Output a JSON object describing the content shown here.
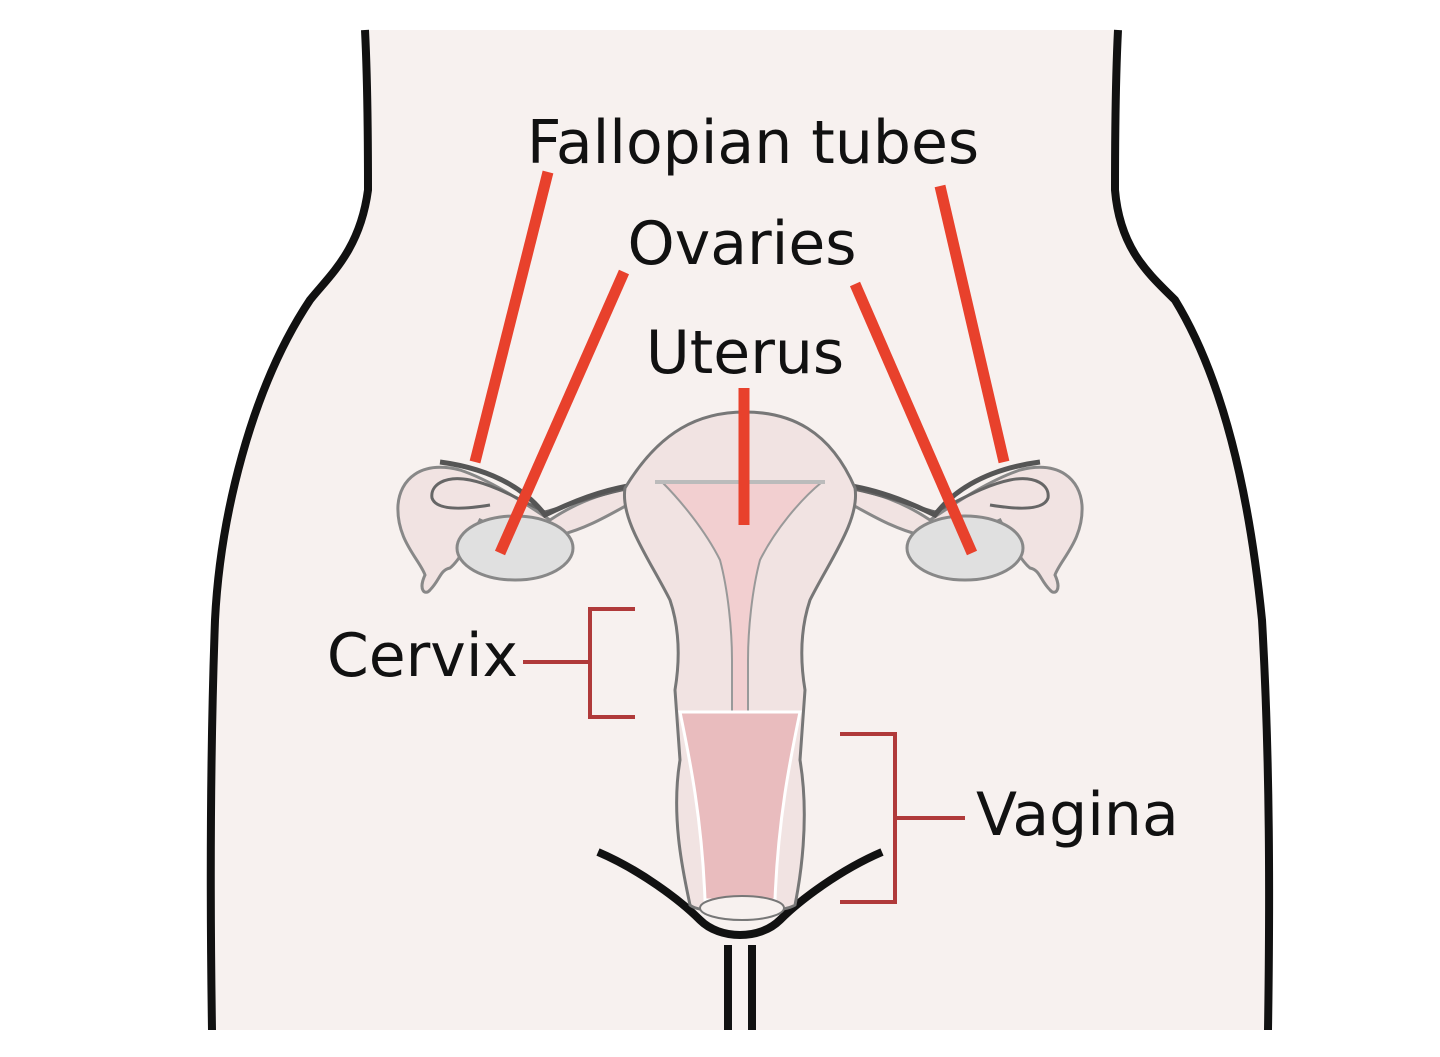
{
  "labels": {
    "fallopian_tubes": "Fallopian tubes",
    "ovaries": "Ovaries",
    "uterus": "Uterus",
    "cervix": "Cervix",
    "vagina": "Vagina"
  },
  "colors": {
    "body_fill": "#f7f1ef",
    "outline": "#111111",
    "organ_fill": "#f1e3e2",
    "organ_inner": "#f2cfd0",
    "vagina_inner": "#e9bcbe",
    "ovary_fill": "#e0e0e0",
    "leader_red": "#e8412c",
    "bracket_red": "#b03a3a"
  }
}
